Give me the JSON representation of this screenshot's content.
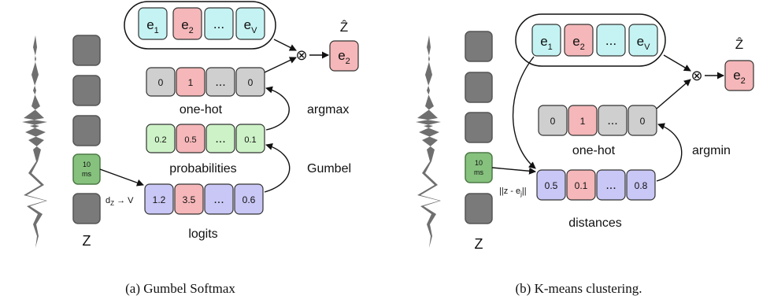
{
  "panel_a": {
    "codebook": [
      "e",
      "e",
      "...",
      "e"
    ],
    "codebook_subs": [
      "1",
      "2",
      "",
      "V"
    ],
    "onehot_values": [
      "0",
      "1",
      "...",
      "0"
    ],
    "prob_values": [
      "0.2",
      "0.5",
      "...",
      "0.1"
    ],
    "logit_values": [
      "1.2",
      "3.5",
      "...",
      "0.6"
    ],
    "frame_label_line1": "10",
    "frame_label_line2": "ms",
    "z_label": "Z",
    "proj_label": "d",
    "proj_sub": "Z",
    "proj_arrow": " → V",
    "onehot_label": "one-hot",
    "prob_label": "probabilities",
    "logits_label": "logits",
    "argmax_label": "argmax",
    "gumbel_label": "Gumbel",
    "otimes": "⊗",
    "zhat": "Ẑ",
    "output": "e",
    "output_sub": "2",
    "caption": "(a) Gumbel Softmax"
  },
  "panel_b": {
    "codebook": [
      "e",
      "e",
      "...",
      "e"
    ],
    "codebook_subs": [
      "1",
      "2",
      "",
      "V"
    ],
    "onehot_values": [
      "0",
      "1",
      "...",
      "0"
    ],
    "distance_values": [
      "0.5",
      "0.1",
      "...",
      "0.8"
    ],
    "frame_label_line1": "10",
    "frame_label_line2": "ms",
    "z_label": "Z",
    "dist_label": "||z - e",
    "dist_sub": "j",
    "dist_end": "||",
    "onehot_label": "one-hot",
    "distances_label": "distances",
    "argmin_label": "argmin",
    "otimes": "⊗",
    "zhat": "Ẑ",
    "output": "e",
    "output_sub": "2",
    "caption": "(b) K-means clustering."
  },
  "colors": {
    "cyan": "#c5f3f3",
    "red": "#f5b7b9",
    "gray": "#cfcfcf",
    "green": "#cdf2c7",
    "blue": "#c9c7f5",
    "frame_gray": "#7a7a7a",
    "frame_green": "#86c27e"
  }
}
